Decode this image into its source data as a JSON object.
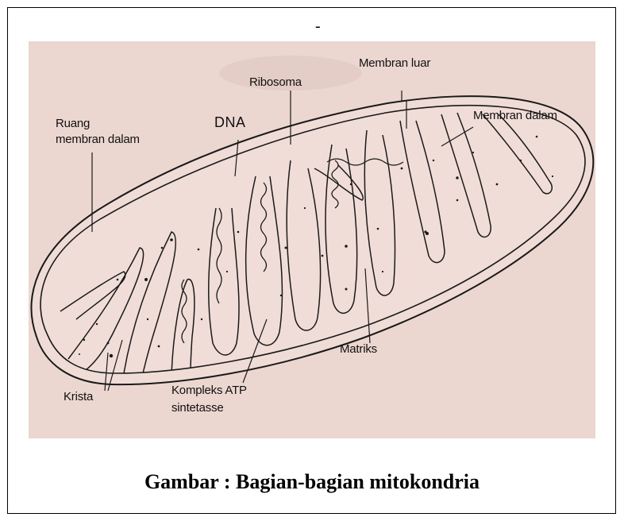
{
  "figure": {
    "dash": "-",
    "labels": {
      "membran_luar": "Membran luar",
      "ribosoma": "Ribosoma",
      "dna": "DNA",
      "ruang_line1": "Ruang",
      "ruang_line2": "membran dalam",
      "membran_dalam": "Membran dalam",
      "matriks": "Matriks",
      "krista": "Krista",
      "kompleks_line1": "Kompleks ATP",
      "kompleks_line2": "sintetasse"
    }
  },
  "caption": "Gambar : Bagian-bagian mitokondria",
  "colors": {
    "paper": "#ecd6d0",
    "ink": "#1a1a1a",
    "frame": "#000000"
  }
}
